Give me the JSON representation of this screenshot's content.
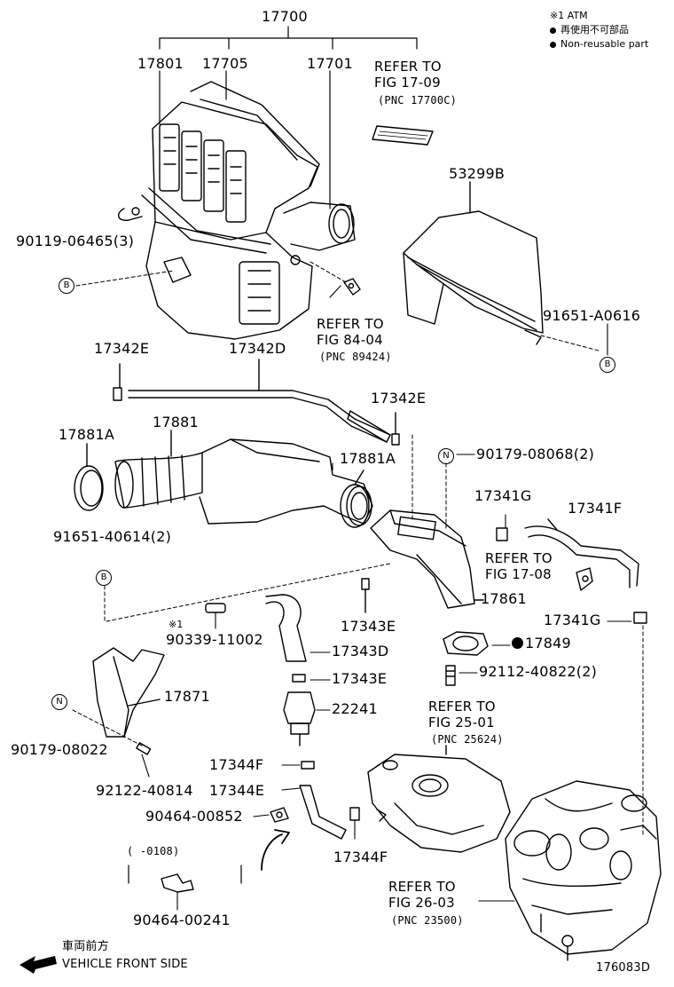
{
  "legend": {
    "atm_note": "※1 ATM",
    "non_reusable_jp": "再使用不可部品",
    "non_reusable_en": "Non-reusable part"
  },
  "parts": {
    "p17700": "17700",
    "p17801": "17801",
    "p17705": "17705",
    "p17701": "17701",
    "p53299B": "53299B",
    "p90119": "90119-06465(3)",
    "p91651_A0616": "91651-A0616",
    "p17342E_a": "17342E",
    "p17342D": "17342D",
    "p17342E_b": "17342E",
    "p17881A_a": "17881A",
    "p17881": "17881",
    "p17881A_b": "17881A",
    "p90179_08068": "90179-08068(2)",
    "p17341G_a": "17341G",
    "p17341F": "17341F",
    "p91651_40614": "91651-40614(2)",
    "p17861": "17861",
    "p17341G_b": "17341G",
    "p90339_note": "※1",
    "p90339": "90339-11002",
    "p17343E_a": "17343E",
    "p17849": "17849",
    "p17343D": "17343D",
    "p92112": "92112-40822(2)",
    "p17343E_b": "17343E",
    "p17871": "17871",
    "p22241": "22241",
    "p90179_08022": "90179-08022",
    "p92122": "92122-40814",
    "p17344F_a": "17344F",
    "p17344E": "17344E",
    "p90464_00852": "90464-00852",
    "p17344F_b": "17344F",
    "p90464_00241": "90464-00241",
    "date_range": "(      -0108)"
  },
  "refs": {
    "r1": {
      "line1": "REFER TO",
      "line2": "FIG 17-09",
      "pnc": "(PNC 17700C)"
    },
    "r2": {
      "line1": "REFER TO",
      "line2": "FIG 84-04",
      "pnc": "(PNC 89424)"
    },
    "r3": {
      "line1": "REFER TO",
      "line2": "FIG 17-08"
    },
    "r4": {
      "line1": "REFER TO",
      "line2": "FIG 25-01",
      "pnc": "(PNC 25624)"
    },
    "r5": {
      "line1": "REFER TO",
      "line2": "FIG 26-03",
      "pnc": "(PNC 23500)"
    }
  },
  "markers": {
    "b": "B",
    "n": "N"
  },
  "footer": {
    "front_jp": "車両前方",
    "front_en": "VEHICLE FRONT SIDE",
    "figure_id": "176083D"
  }
}
